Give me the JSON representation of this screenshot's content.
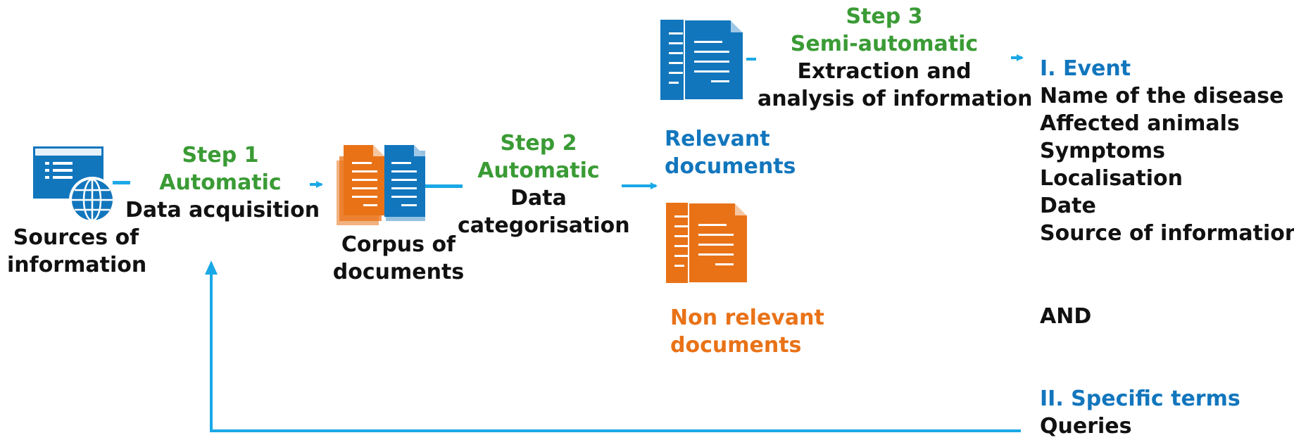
{
  "colors": {
    "step": "#3a9b35",
    "relevant": "#1276bd",
    "non_relevant": "#e97217",
    "arrow": "#1aa8e6",
    "text": "#111111"
  },
  "icons": {
    "sources": "browser-globe-icon",
    "corpus": "document-stack-icon",
    "relevant": "document-icon",
    "non_relevant": "document-icon"
  },
  "sources": {
    "line1": "Sources of",
    "line2": "information"
  },
  "step1": {
    "title": "Step 1",
    "mode": "Automatic",
    "desc": "Data acquisition"
  },
  "corpus": {
    "line1": "Corpus of",
    "line2": "documents"
  },
  "step2": {
    "title": "Step 2",
    "mode": "Automatic",
    "desc1": "Data",
    "desc2": "categorisation"
  },
  "relevant": {
    "line1": "Relevant",
    "line2": "documents"
  },
  "non_relevant": {
    "line1": "Non relevant",
    "line2": "documents"
  },
  "step3": {
    "title": "Step 3",
    "mode": "Semi-automatic",
    "desc1": "Extraction and",
    "desc2": "analysis of information"
  },
  "event": {
    "title": "I. Event",
    "items": [
      "Name of the disease",
      "Affected animals",
      "Symptoms",
      "Localisation",
      "Date",
      "Source of information"
    ]
  },
  "and_label": "AND",
  "specific": {
    "title": "II. Specific terms",
    "item": "Queries"
  }
}
